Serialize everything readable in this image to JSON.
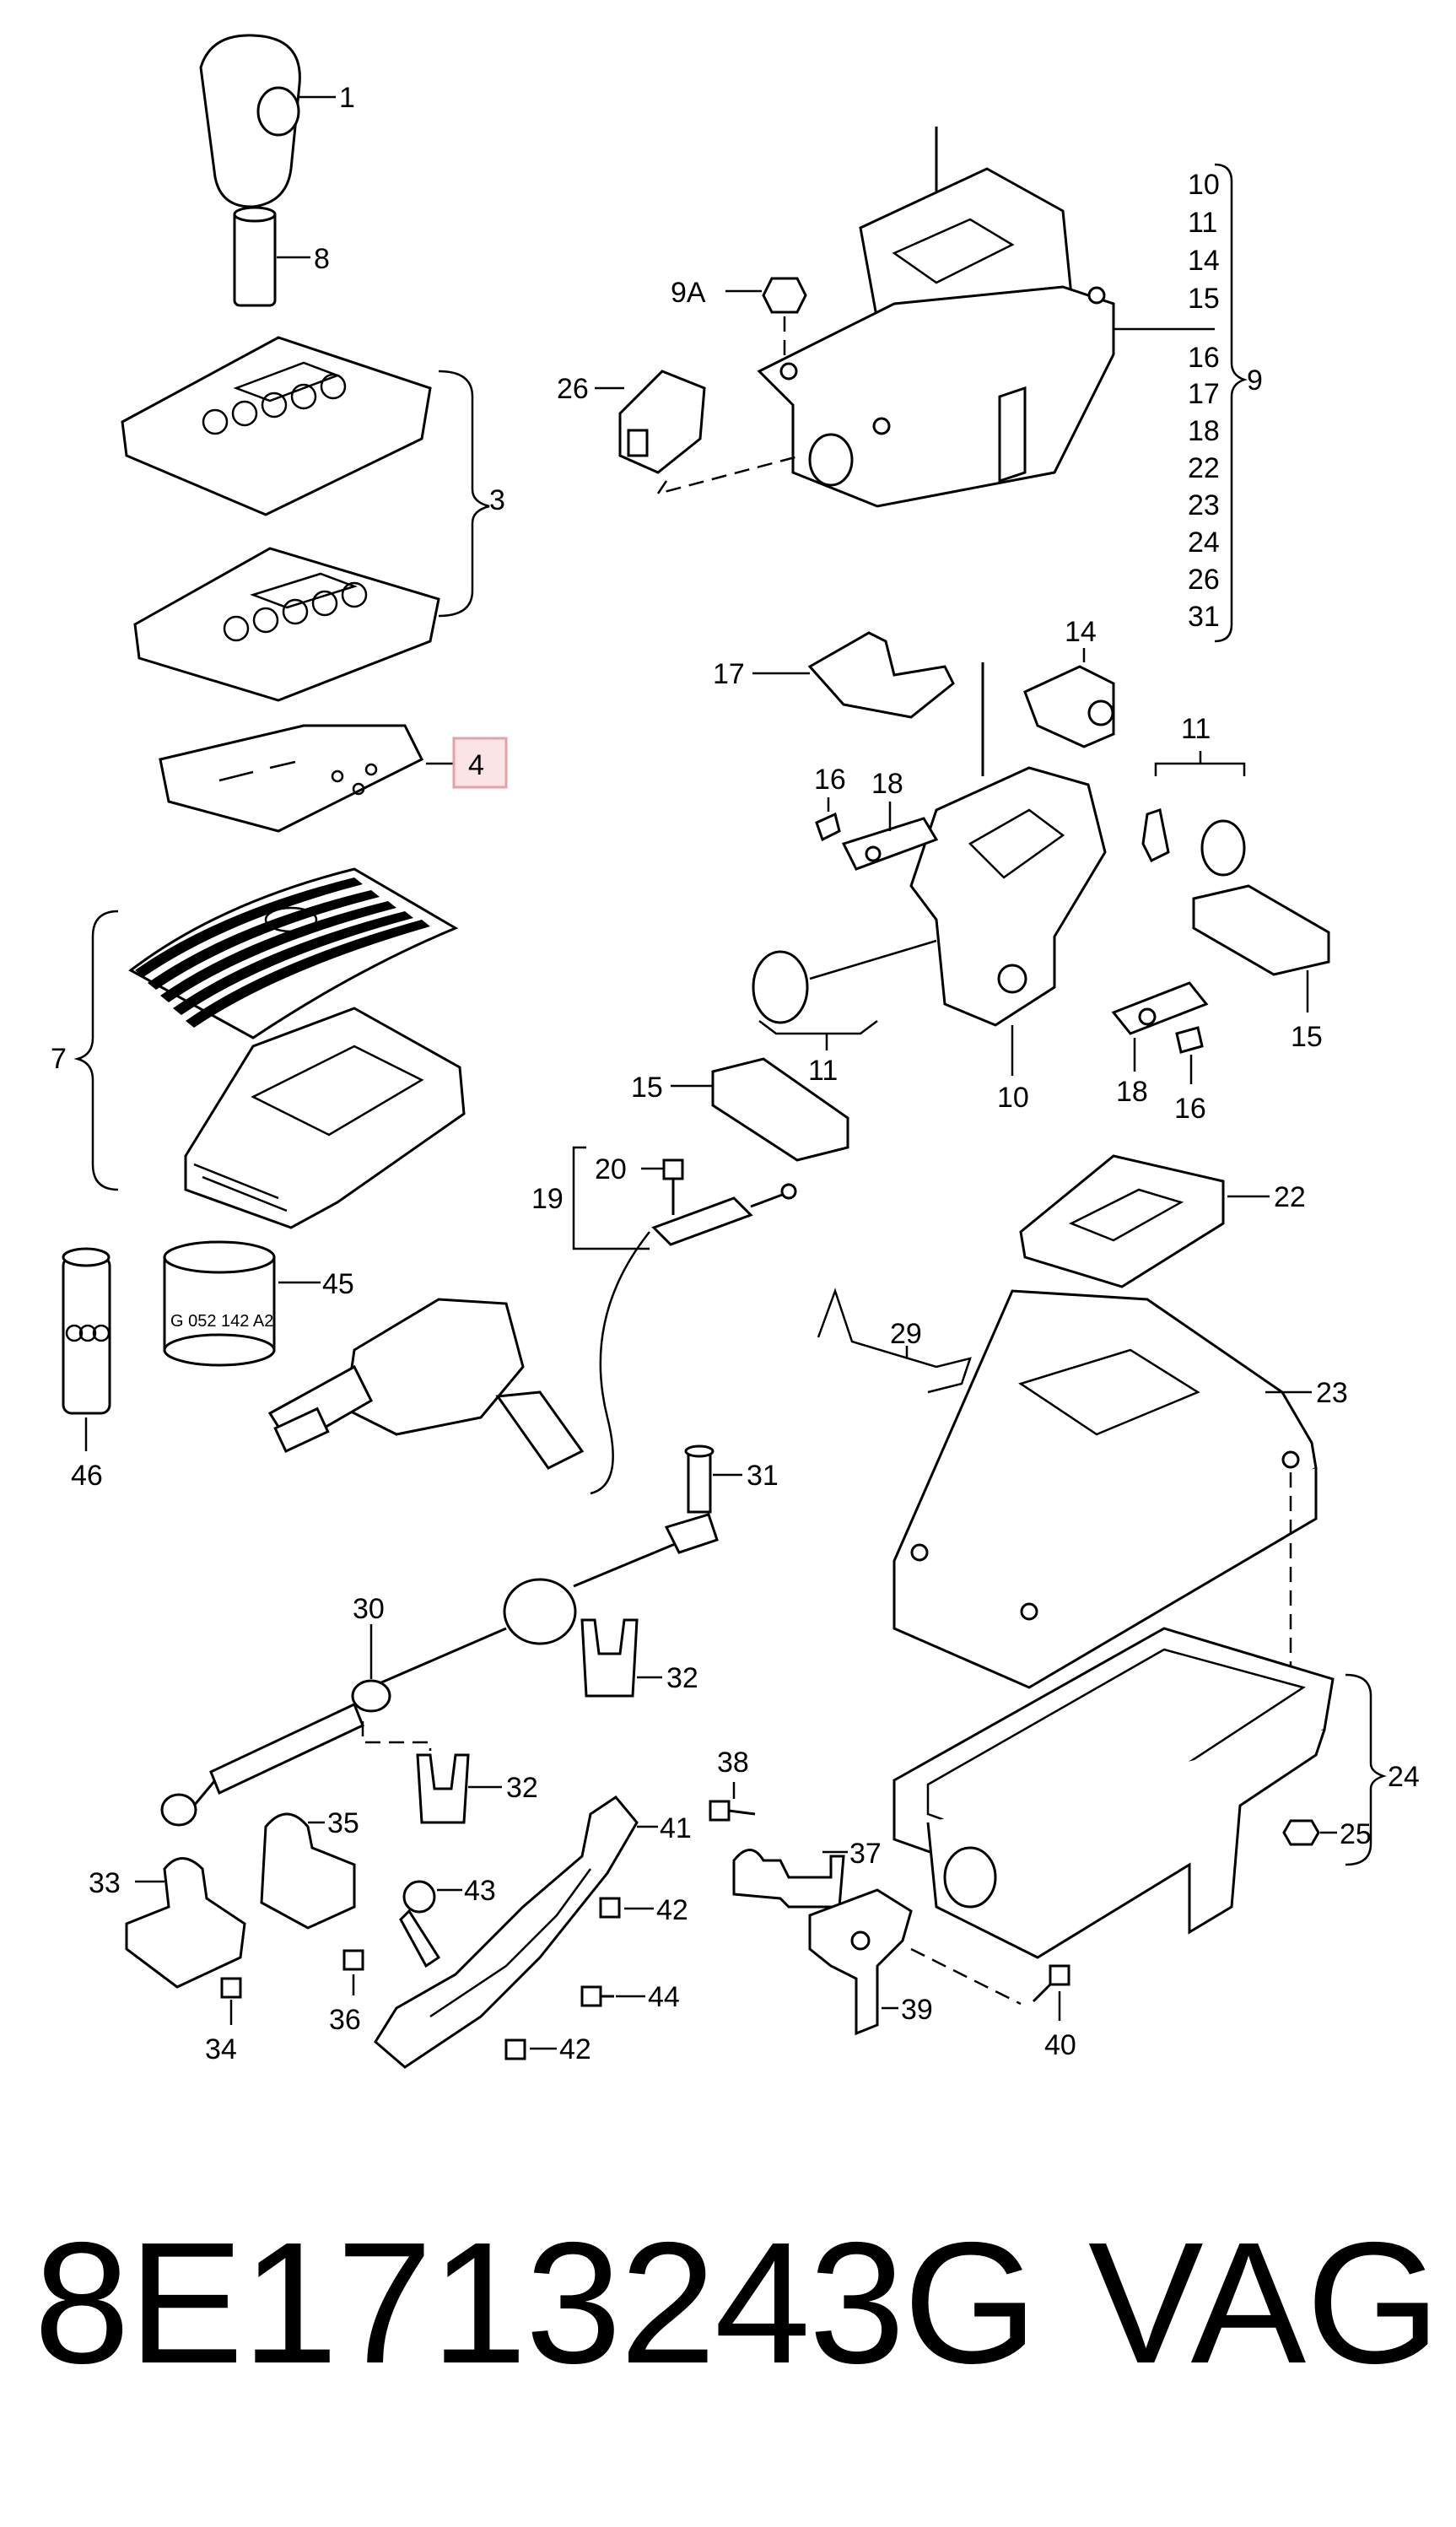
{
  "diagram": {
    "callouts": {
      "c1": "1",
      "c8": "8",
      "c3": "3",
      "c4": "4",
      "c7": "7",
      "c45": "45",
      "c46": "46",
      "c9A": "9A",
      "c26": "26",
      "c9": "9",
      "c9list": [
        "10",
        "11",
        "14",
        "15",
        "16",
        "17",
        "18",
        "22",
        "23",
        "24",
        "26",
        "31"
      ],
      "c17": "17",
      "c14": "14",
      "c11a": "11",
      "c16a": "16",
      "c18a": "18",
      "c15a": "15",
      "c11b": "11",
      "c10": "10",
      "c18b": "18",
      "c16b": "16",
      "c15b": "15",
      "c20": "20",
      "c19": "19",
      "c22": "22",
      "c29": "29",
      "c23": "23",
      "c31": "31",
      "c30": "30",
      "c32a": "32",
      "c32b": "32",
      "c24": "24",
      "c25": "25",
      "c33": "33",
      "c34": "34",
      "c35": "35",
      "c36": "36",
      "c43": "43",
      "c41": "41",
      "c42a": "42",
      "c44": "44",
      "c42b": "42",
      "c38": "38",
      "c37": "37",
      "c39": "39",
      "c40": "40"
    },
    "can_print": "G 052 142 A2",
    "highlighted_part": "4",
    "highlight_color": "#e8a0a8"
  },
  "caption": {
    "part_number": "8E1713243G",
    "brand": "VAG"
  }
}
